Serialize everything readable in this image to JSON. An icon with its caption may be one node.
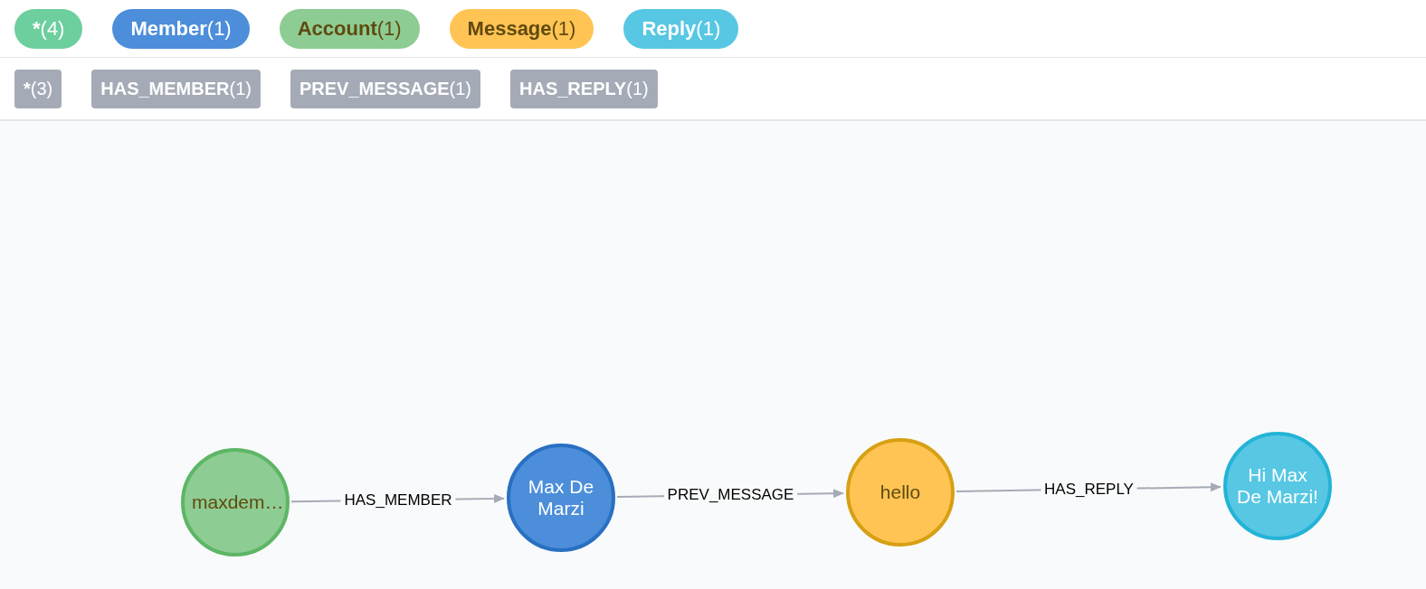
{
  "diagram": {
    "nodes": [
      {
        "text": [
          "maxdem…"
        ]
      },
      {
        "text": [
          "Max De Marzi"
        ]
      },
      {
        "text": [
          "hello"
        ]
      },
      {
        "text": [
          "Hi Max De Marzi!"
        ]
      }
    ],
    "edges": [
      {
        "from": 0,
        "to": 1,
        "arrow": "to",
        "label": "HAS_MEMBER"
      },
      {
        "from": 1,
        "to": 2,
        "arrow": "to",
        "label": "PREV_MESSAGE"
      },
      {
        "from": 2,
        "to": 3,
        "arrow": "to",
        "label": "HAS_REPLY"
      }
    ],
    "legend": [
      {
        "text": "*(4)",
        "color": "#6dce9e"
      },
      {
        "text": "Member(1)",
        "color": "#4c8eda"
      },
      {
        "text": "Account(1)",
        "color": "#8dcc93"
      },
      {
        "text": "Message(1)",
        "color": "#ffc454"
      },
      {
        "text": "Reply(1)",
        "color": "#57c7e3"
      },
      {
        "text": "*(3)",
        "color": "#a5abb6"
      },
      {
        "text": "HAS_MEMBER(1)",
        "color": "#a5abb6"
      },
      {
        "text": "PREV_MESSAGE(1)",
        "color": "#a5abb6"
      },
      {
        "text": "HAS_REPLY(1)",
        "color": "#a5abb6"
      }
    ]
  }
}
